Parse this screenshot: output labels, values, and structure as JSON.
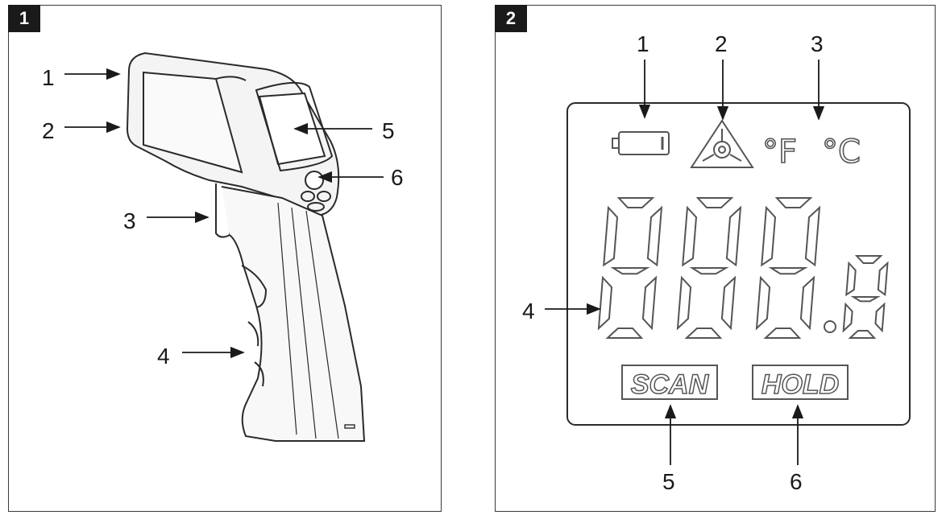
{
  "panels": [
    {
      "tag": "1",
      "callouts": [
        "1",
        "2",
        "3",
        "4",
        "5",
        "6"
      ]
    },
    {
      "tag": "2",
      "callouts": [
        "1",
        "2",
        "3",
        "4",
        "5",
        "6"
      ],
      "lcd": {
        "unit_f": "°F",
        "unit_c": "°C",
        "scan": "SCAN",
        "hold": "HOLD"
      }
    }
  ]
}
